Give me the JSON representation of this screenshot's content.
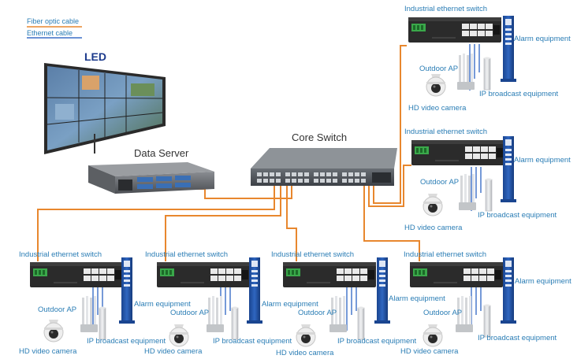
{
  "legend": {
    "fiber_label": "Fiber optic cable",
    "ethernet_label": "Ethernet cable",
    "fiber_color": "#e8872e",
    "ethernet_color": "#3b6fc7"
  },
  "labels": {
    "led": "LED",
    "data_server": "Data Server",
    "core_switch": "Core Switch",
    "industrial_switch": "Industrial ethernet switch",
    "alarm_equipment": "Alarm equipment",
    "outdoor_ap": "Outdoor AP",
    "ip_broadcast": "IP broadcast equipment",
    "hd_camera": "HD video camera"
  },
  "colors": {
    "label_text": "#2a7db5",
    "alarm_pole": "#1d4fa0",
    "switch_body": "#2b2b2b",
    "terminal_green": "#3aa84a"
  }
}
